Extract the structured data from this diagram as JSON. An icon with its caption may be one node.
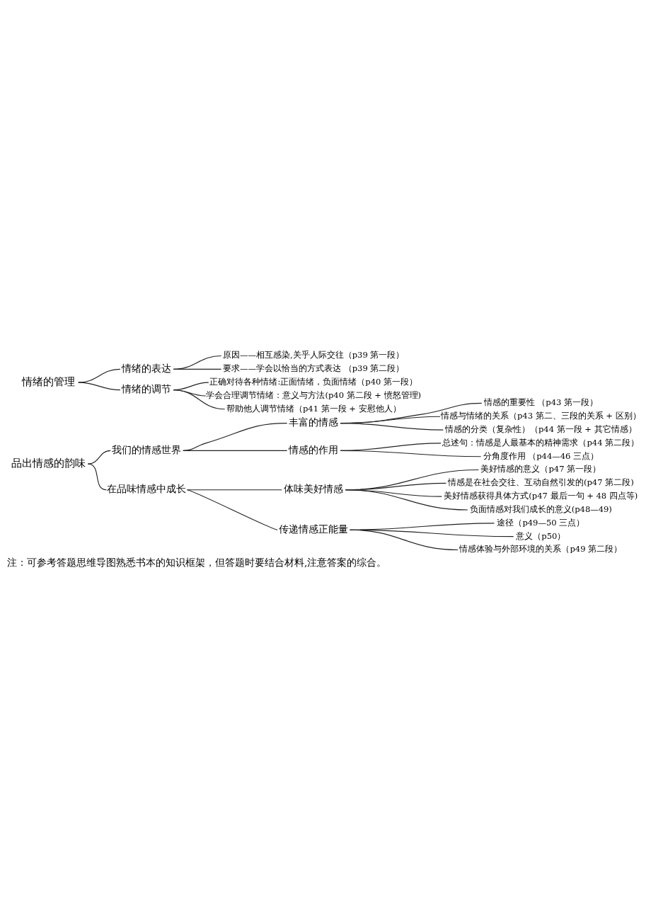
{
  "diagram": {
    "caption": "注：可参考答题思维导图熟悉书本的知识框架，但答题时要结合材料,注意答案的综合。",
    "nodes": [
      {
        "text": [
          "情绪的管理"
        ]
      },
      {
        "text": [
          "情绪的表达"
        ]
      },
      {
        "text": [
          "原因——相互感染,关乎人际交往（p39 第一段）"
        ]
      },
      {
        "text": [
          "要求——学会以恰当的方式表达 （p39 第二段）"
        ]
      },
      {
        "text": [
          "情绪的调节"
        ]
      },
      {
        "text": [
          "正确对待各种情绪:正面情绪，负面情绪（p40 第一段）"
        ]
      },
      {
        "text": [
          "学会合理调节情绪：意义与方法(p40 第二段 + 愤怒管理)"
        ]
      },
      {
        "text": [
          "帮助他人调节情绪（p41 第一段 + 安慰他人）"
        ]
      },
      {
        "text": [
          "品出情感的韵味"
        ]
      },
      {
        "text": [
          "我们的情感世界"
        ]
      },
      {
        "text": [
          "丰富的情感"
        ]
      },
      {
        "text": [
          "情感的重要性 （p43 第一段）"
        ]
      },
      {
        "text": [
          "情感与情绪的关系（p43 第二、三段的关系 + 区别）"
        ]
      },
      {
        "text": [
          "情感的分类（复杂性）（p44 第一段 + 其它情感）"
        ]
      },
      {
        "text": [
          "情感的作用"
        ]
      },
      {
        "text": [
          "总述句：情感是人最基本的精神需求（p44 第二段）"
        ]
      },
      {
        "text": [
          "分角度作用 （p44—46 三点）"
        ]
      },
      {
        "text": [
          "在品味情感中成长"
        ]
      },
      {
        "text": [
          "体味美好情感"
        ]
      },
      {
        "text": [
          "美好情感的意义（p47 第一段）"
        ]
      },
      {
        "text": [
          "情感是在社会交往、互动自然引发的(p47 第二段)"
        ]
      },
      {
        "text": [
          "美好情感获得具体方式(p47 最后一句 + 48 四点等)"
        ]
      },
      {
        "text": [
          "负面情感对我们成长的意义(p48—49)"
        ]
      },
      {
        "text": [
          "传递情感正能量"
        ]
      },
      {
        "text": [
          "途径（p49—50 三点）"
        ]
      },
      {
        "text": [
          "意义（p50）"
        ]
      },
      {
        "text": [
          "情感体验与外部环境的关系（p49 第二段）"
        ]
      }
    ],
    "edges": [
      {
        "from": 0,
        "to": 1,
        "arrow": "none"
      },
      {
        "from": 1,
        "to": 2,
        "arrow": "none"
      },
      {
        "from": 1,
        "to": 3,
        "arrow": "none"
      },
      {
        "from": 0,
        "to": 4,
        "arrow": "none"
      },
      {
        "from": 4,
        "to": 5,
        "arrow": "none"
      },
      {
        "from": 4,
        "to": 6,
        "arrow": "none"
      },
      {
        "from": 4,
        "to": 7,
        "arrow": "none"
      },
      {
        "from": 8,
        "to": 9,
        "arrow": "none"
      },
      {
        "from": 9,
        "to": 10,
        "arrow": "none"
      },
      {
        "from": 10,
        "to": 11,
        "arrow": "none"
      },
      {
        "from": 10,
        "to": 12,
        "arrow": "none"
      },
      {
        "from": 10,
        "to": 13,
        "arrow": "none"
      },
      {
        "from": 9,
        "to": 14,
        "arrow": "none"
      },
      {
        "from": 14,
        "to": 15,
        "arrow": "none"
      },
      {
        "from": 14,
        "to": 16,
        "arrow": "none"
      },
      {
        "from": 8,
        "to": 17,
        "arrow": "none"
      },
      {
        "from": 17,
        "to": 18,
        "arrow": "none"
      },
      {
        "from": 18,
        "to": 19,
        "arrow": "none"
      },
      {
        "from": 18,
        "to": 20,
        "arrow": "none"
      },
      {
        "from": 18,
        "to": 21,
        "arrow": "none"
      },
      {
        "from": 18,
        "to": 22,
        "arrow": "none"
      },
      {
        "from": 17,
        "to": 23,
        "arrow": "none"
      },
      {
        "from": 23,
        "to": 24,
        "arrow": "none"
      },
      {
        "from": 23,
        "to": 25,
        "arrow": "none"
      },
      {
        "from": 23,
        "to": 26,
        "arrow": "none"
      }
    ]
  }
}
